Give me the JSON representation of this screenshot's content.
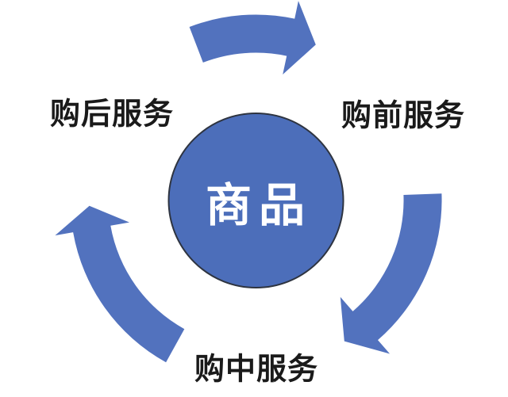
{
  "diagram": {
    "type": "cycle",
    "direction": "clockwise",
    "center": {
      "label": "商品"
    },
    "nodes": [
      {
        "id": "after-sale-service",
        "label": "购后服务",
        "position": "top-left"
      },
      {
        "id": "pre-sale-service",
        "label": "购前服务",
        "position": "top-right"
      },
      {
        "id": "mid-sale-service",
        "label": "购中服务",
        "position": "bottom"
      }
    ],
    "arrows": [
      {
        "id": "top",
        "from": "购后服务",
        "to": "购前服务"
      },
      {
        "id": "right",
        "from": "购前服务",
        "to": "购中服务"
      },
      {
        "id": "left",
        "from": "购中服务",
        "to": "购后服务"
      }
    ],
    "colors": {
      "shape_fill": "#5272BE",
      "circle_fill": "#4C6EBA",
      "circle_stroke": "#2E3440",
      "center_text": "#FFFFFF",
      "label_text": "#1A1A1A",
      "background": "#FFFFFF"
    }
  }
}
